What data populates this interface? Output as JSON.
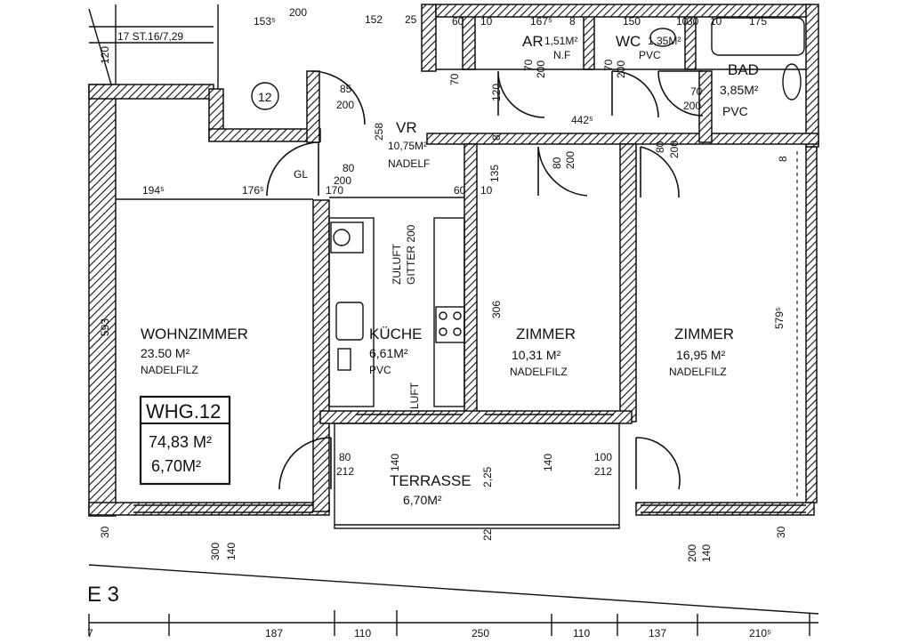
{
  "plan": {
    "unit": {
      "id": "WHG.12",
      "total_area": "74,83 M²",
      "terrace_area": "6,70M²"
    },
    "rooms": {
      "wohnzimmer": {
        "name": "WOHNZIMMER",
        "area": "23.50 M²",
        "floor": "NADELFILZ"
      },
      "kueche": {
        "name": "KÜCHE",
        "area": "6,61M²",
        "floor": "PVC"
      },
      "zimmer1": {
        "name": "ZIMMER",
        "area": "10,31 M²",
        "floor": "NADELFILZ"
      },
      "zimmer2": {
        "name": "ZIMMER",
        "area": "16,95 M²",
        "floor": "NADELFILZ"
      },
      "vr": {
        "name": "VR",
        "area": "10,75M²",
        "floor": "NADELF"
      },
      "ar": {
        "name": "AR",
        "area": "1,51M²",
        "floor": "N.F"
      },
      "wc": {
        "name": "WC",
        "area": "1,35M²",
        "floor": "PVC"
      },
      "bad": {
        "name": "BAD",
        "area": "3,85M²",
        "floor": "PVC"
      },
      "terrasse": {
        "name": "TERRASSE",
        "area": "6,70M²"
      }
    },
    "labels": {
      "stair_number": "12",
      "stair_steps": "17 ST.16/7,29",
      "gl": "GL",
      "zuluft": "ZULUFT",
      "gitter": "GITTER 200",
      "luft": "LUFT",
      "stiege": "E 3"
    },
    "dims": {
      "d1535": "153⁵",
      "d200_top": "200",
      "d152": "152",
      "d25a": "25",
      "d60a": "60",
      "d10a": "10",
      "d1675": "167⁵",
      "d8a": "8",
      "d150": "150",
      "d10b": "10",
      "d30": "30",
      "d10c": "10",
      "d175": "175",
      "d120": "120",
      "d85": "85",
      "d200a": "200",
      "d258": "258",
      "d4425": "442⁵",
      "d70a": "70",
      "d200b": "200",
      "d80a": "80",
      "d200c": "200",
      "d80b": "80",
      "d200d": "200",
      "d80c": "80",
      "d200e": "200",
      "d1945": "194⁵",
      "d1765": "176⁵",
      "d170": "170",
      "d60b": "60",
      "d10d": "10",
      "d135": "135",
      "d593": "593",
      "d306": "306",
      "d5795": "579⁵",
      "d80d": "80",
      "d212a": "212",
      "d140a": "140",
      "d140b": "140",
      "d100": "100",
      "d212b": "212",
      "d225": "2,25",
      "d30b": "30",
      "d300": "300",
      "d140c": "140",
      "d200f": "200",
      "d140d": "140",
      "d30c": "30",
      "d22": "22",
      "d7": "7",
      "d187": "187",
      "d110a": "110",
      "d250": "250",
      "d110b": "110",
      "d137": "137",
      "d2105": "210⁵",
      "d70b": "70",
      "d200g": "200",
      "d70c": "70",
      "d200h": "200",
      "d70d": "70",
      "d200i": "200",
      "d120b": "120",
      "d8b": "8",
      "d8c": "8"
    }
  }
}
